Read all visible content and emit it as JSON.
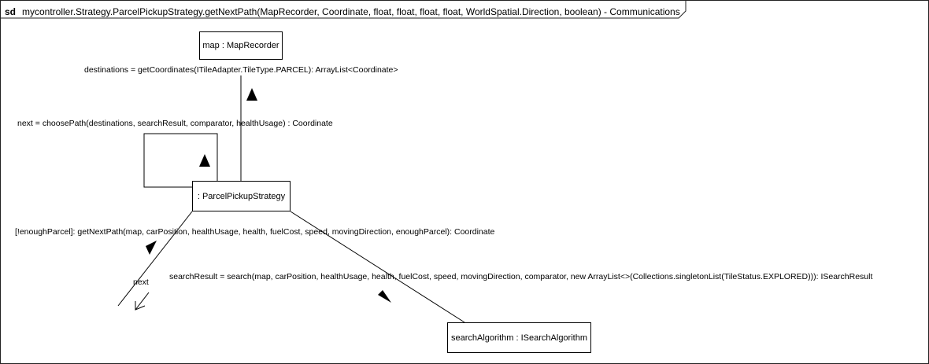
{
  "frame": {
    "keyword": "sd",
    "title": "mycontroller.Strategy.ParcelPickupStrategy.getNextPath(MapRecorder, Coordinate, float, float, float, float, WorldSpatial.Direction, boolean) - Communications"
  },
  "lifelines": {
    "map": "map : MapRecorder",
    "strategy": ": ParcelPickupStrategy",
    "search": "searchAlgorithm : ISearchAlgorithm"
  },
  "messages": {
    "destinations": "destinations = getCoordinates(ITileAdapter.TileType.PARCEL): ArrayList<Coordinate>",
    "next": "next =  choosePath(destinations, searchResult, comparator, healthUsage) : Coordinate",
    "getNextPath": "[!enoughParcel]: getNextPath(map, carPosition, healthUsage, health, fuelCost, speed, movingDirection, enoughParcel): Coordinate",
    "searchResult": "searchResult = search(map, carPosition, healthUsage,  health, fuelCost, speed, movingDirection, comparator, new ArrayList<>(Collections.singletonList(TileStatus.EXPLORED))): ISearchResult",
    "return_next": "next"
  }
}
